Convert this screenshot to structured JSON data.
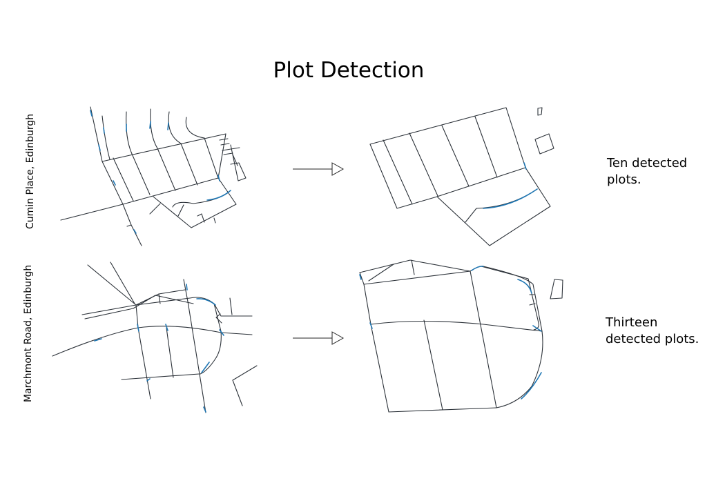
{
  "title": "Plot Detection",
  "rows": [
    {
      "label": "Cumin Place, Edinburgh",
      "caption_line1": "Ten detected",
      "caption_line2": "plots."
    },
    {
      "label": "Marchmont Road, Edinburgh",
      "caption_line1": "Thirteen",
      "caption_line2": "detected plots."
    }
  ],
  "colors": {
    "road": "#2b3138",
    "node": "#1f77b4"
  }
}
